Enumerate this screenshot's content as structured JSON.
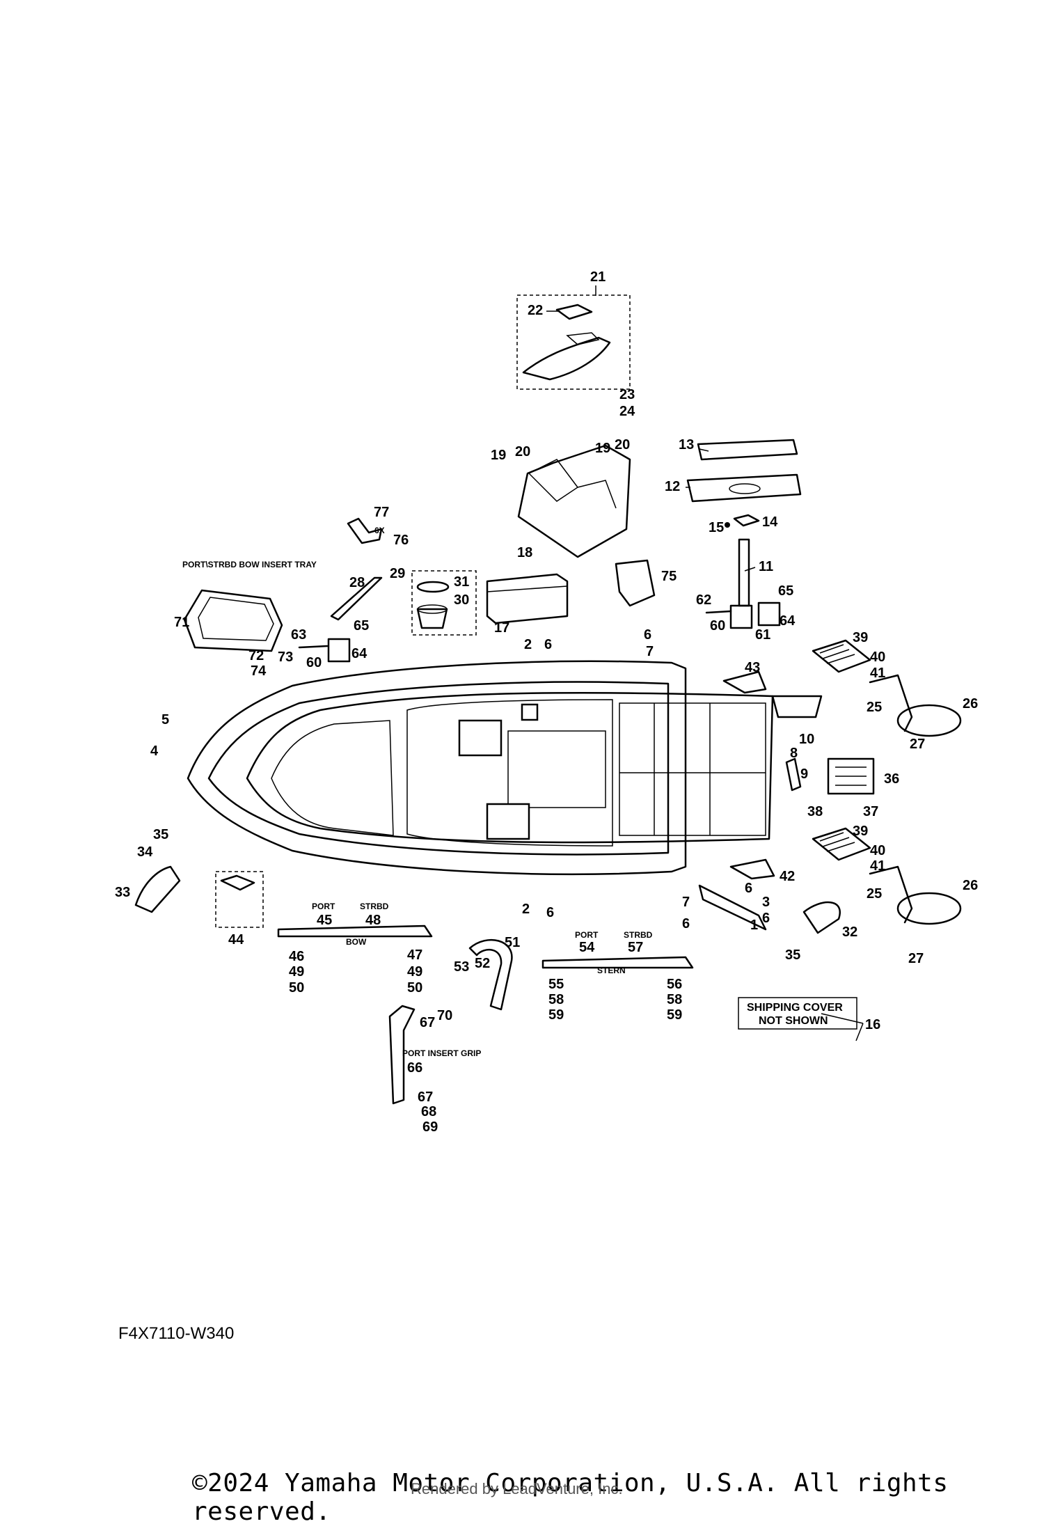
{
  "diagram": {
    "code": "F4X7110-W340",
    "copyright": "©2024 Yamaha Motor Corporation, U.S.A. All rights reserved.",
    "rendered_by": "Rendered by LeadVenture, Inc.",
    "notes": {
      "bow_insert_tray": "PORT\\STRBD BOW INSERT TRAY",
      "shipping_cover": "SHIPPING COVER",
      "not_shown": "NOT SHOWN",
      "port_insert_grip": "PORT INSERT GRIP",
      "multiplier": "6X",
      "port": "PORT",
      "strbd": "STRBD",
      "bow": "BOW",
      "stern": "STERN"
    },
    "callouts": {
      "c1": "1",
      "c2": "2",
      "c3": "3",
      "c4": "4",
      "c5": "5",
      "c6": "6",
      "c7": "7",
      "c8": "8",
      "c9": "9",
      "c10": "10",
      "c11": "11",
      "c12": "12",
      "c13": "13",
      "c14": "14",
      "c15": "15",
      "c16": "16",
      "c17": "17",
      "c18": "18",
      "c19": "19",
      "c20": "20",
      "c21": "21",
      "c22": "22",
      "c23": "23",
      "c24": "24",
      "c25": "25",
      "c26": "26",
      "c27": "27",
      "c28": "28",
      "c29": "29",
      "c30": "30",
      "c31": "31",
      "c32": "32",
      "c33": "33",
      "c34": "34",
      "c35": "35",
      "c36": "36",
      "c37": "37",
      "c38": "38",
      "c39": "39",
      "c40": "40",
      "c41": "41",
      "c42": "42",
      "c43": "43",
      "c44": "44",
      "c45": "45",
      "c46": "46",
      "c47": "47",
      "c48": "48",
      "c49": "49",
      "c50": "50",
      "c51": "51",
      "c52": "52",
      "c53": "53",
      "c54": "54",
      "c55": "55",
      "c56": "56",
      "c57": "57",
      "c58": "58",
      "c59": "59",
      "c60": "60",
      "c61": "61",
      "c62": "62",
      "c63": "63",
      "c64": "64",
      "c65": "65",
      "c66": "66",
      "c67": "67",
      "c68": "68",
      "c69": "69",
      "c70": "70",
      "c71": "71",
      "c72": "72",
      "c73": "73",
      "c74": "74",
      "c75": "75",
      "c76": "76",
      "c77": "77"
    }
  }
}
